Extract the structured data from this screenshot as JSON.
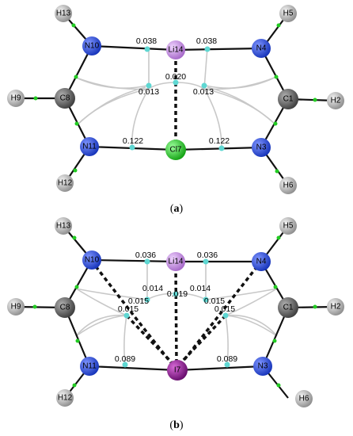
{
  "panels": [
    {
      "id": "a",
      "caption": {
        "open": "(",
        "letter": "a",
        "close": ")"
      },
      "atoms": [
        {
          "label": "H13",
          "color": "#b8b8b8"
        },
        {
          "label": "H5",
          "color": "#b8b8b8"
        },
        {
          "label": "N10",
          "color": "#2f4fd6"
        },
        {
          "label": "Li14",
          "color": "#c98be0"
        },
        {
          "label": "N4",
          "color": "#2f4fd6"
        },
        {
          "label": "H9",
          "color": "#b8b8b8"
        },
        {
          "label": "C8",
          "color": "#6e6e6e"
        },
        {
          "label": "C1",
          "color": "#6e6e6e"
        },
        {
          "label": "H2",
          "color": "#b8b8b8"
        },
        {
          "label": "N11",
          "color": "#2f4fd6"
        },
        {
          "label": "Cl7",
          "color": "#22cc22"
        },
        {
          "label": "N3",
          "color": "#2f4fd6"
        },
        {
          "label": "H12",
          "color": "#b8b8b8"
        },
        {
          "label": "H6",
          "color": "#b8b8b8"
        }
      ],
      "values": [
        "0.038",
        "0.038",
        "0.020",
        "0.013",
        "0.013",
        "0.122",
        "0.122"
      ]
    },
    {
      "id": "b",
      "caption": {
        "open": "(",
        "letter": "b",
        "close": ")"
      },
      "atoms": [
        {
          "label": "H13",
          "color": "#b8b8b8"
        },
        {
          "label": "H5",
          "color": "#b8b8b8"
        },
        {
          "label": "N10",
          "color": "#2f4fd6"
        },
        {
          "label": "Li14",
          "color": "#c98be0"
        },
        {
          "label": "N4",
          "color": "#2f4fd6"
        },
        {
          "label": "H9",
          "color": "#b8b8b8"
        },
        {
          "label": "C8",
          "color": "#6e6e6e"
        },
        {
          "label": "C1",
          "color": "#6e6e6e"
        },
        {
          "label": "H2",
          "color": "#b8b8b8"
        },
        {
          "label": "N11",
          "color": "#2f4fd6"
        },
        {
          "label": "I7",
          "color": "#8a1a8f"
        },
        {
          "label": "N3",
          "color": "#2f4fd6"
        },
        {
          "label": "H12",
          "color": "#b8b8b8"
        },
        {
          "label": "H6",
          "color": "#b8b8b8"
        }
      ],
      "values": [
        "0.036",
        "0.036",
        "0.014",
        "0.019",
        "0.014",
        "0.015",
        "0.015",
        "0.015",
        "0.015",
        "0.089",
        "0.089"
      ]
    }
  ],
  "colors": {
    "bond": "#111111",
    "bond_path_curve": "#cfcfcf",
    "critical_point": "#5fd7d2",
    "bcp_small": "#22cc22"
  }
}
